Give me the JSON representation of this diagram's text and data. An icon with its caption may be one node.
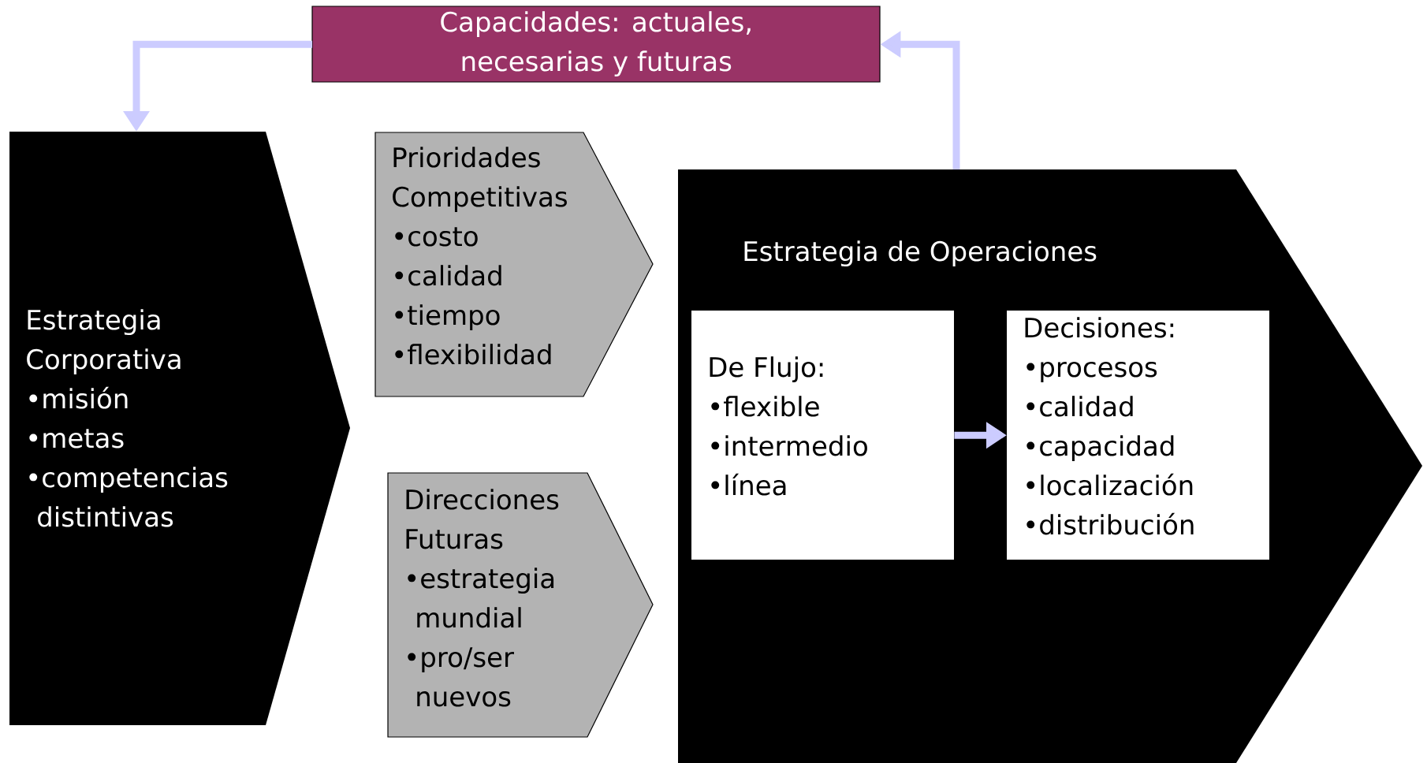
{
  "diagram": {
    "nodes": [
      {
        "text": [
          "Capacidades: actuales, necesarias y futuras"
        ]
      },
      {
        "text": [
          "Estrategia Corporativa",
          "•misión",
          "•metas",
          "•competencias distintivas"
        ]
      },
      {
        "text": [
          "Prioridades Competitivas",
          "•costo",
          "•calidad",
          "•tiempo",
          "•flexibilidad"
        ]
      },
      {
        "text": [
          "Direcciones Futuras",
          "•estrategia mundial",
          "•pro/ser nuevos"
        ]
      },
      {
        "text": [
          "Estrategia de Operaciones"
        ]
      },
      {
        "text": [
          "De Flujo:",
          "•flexible",
          "•intermedio",
          "•línea"
        ],
        "in": 4
      },
      {
        "text": [
          "Decisiones:",
          "•procesos",
          "•calidad",
          "•capacidad",
          "•localización",
          "•distribución"
        ],
        "in": 4
      }
    ],
    "edges": [
      {
        "from": 0,
        "to": 1,
        "arrow": "to"
      },
      {
        "from": 4,
        "to": 0,
        "arrow": "to"
      },
      {
        "from": 5,
        "to": 6,
        "arrow": "to"
      }
    ]
  }
}
